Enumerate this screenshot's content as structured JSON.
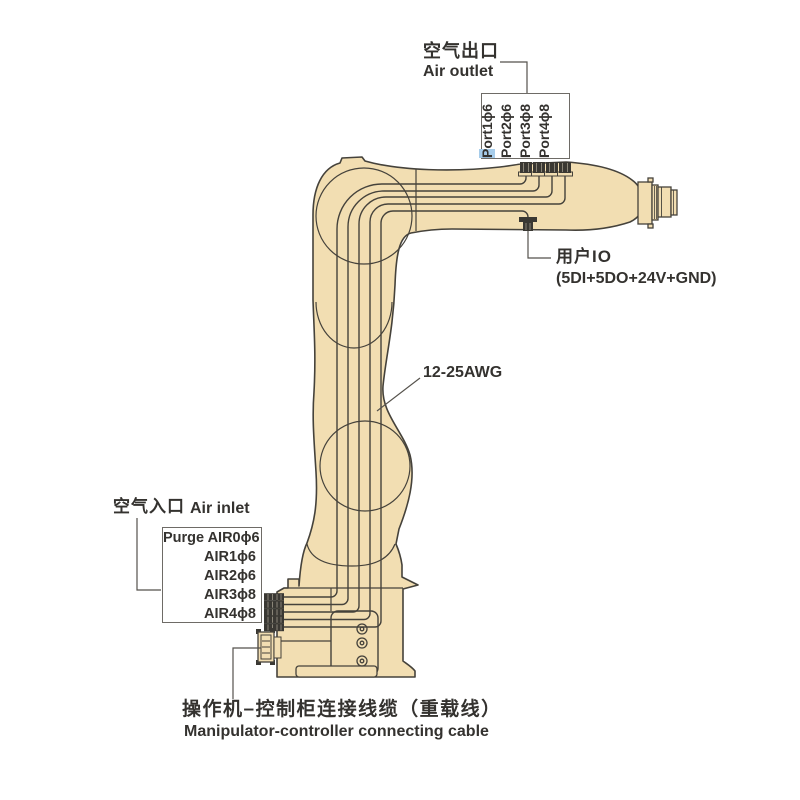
{
  "colors": {
    "robot_fill": "#F2DEB2",
    "outline": "#45423B",
    "text": "#34322F",
    "port_highlight": "#A6CCEA",
    "fitting_dark": "#3A3833"
  },
  "air_outlet": {
    "cn": "空气出口",
    "en": "Air outlet",
    "ports": [
      {
        "head": "P",
        "tail": "ort1ϕ6"
      },
      {
        "head": "P",
        "tail": "ort2ϕ6"
      },
      {
        "head": "P",
        "tail": "ort3ϕ8"
      },
      {
        "head": "P",
        "tail": "ort4ϕ8"
      }
    ]
  },
  "user_io": {
    "cn": "用户IO",
    "detail": "(5DI+5DO+24V+GND)"
  },
  "wire_gauge": "12-25AWG",
  "air_inlet": {
    "cn": "空气入口",
    "en": "Air inlet",
    "rows": [
      "Purge AIR0ϕ6",
      "AIR1ϕ6",
      "AIR2ϕ6",
      "AIR3ϕ8",
      "AIR4ϕ8"
    ]
  },
  "connecting_cable": {
    "cn": "操作机–控制柜连接线缆（重载线）",
    "en": "Manipulator-controller connecting cable"
  }
}
